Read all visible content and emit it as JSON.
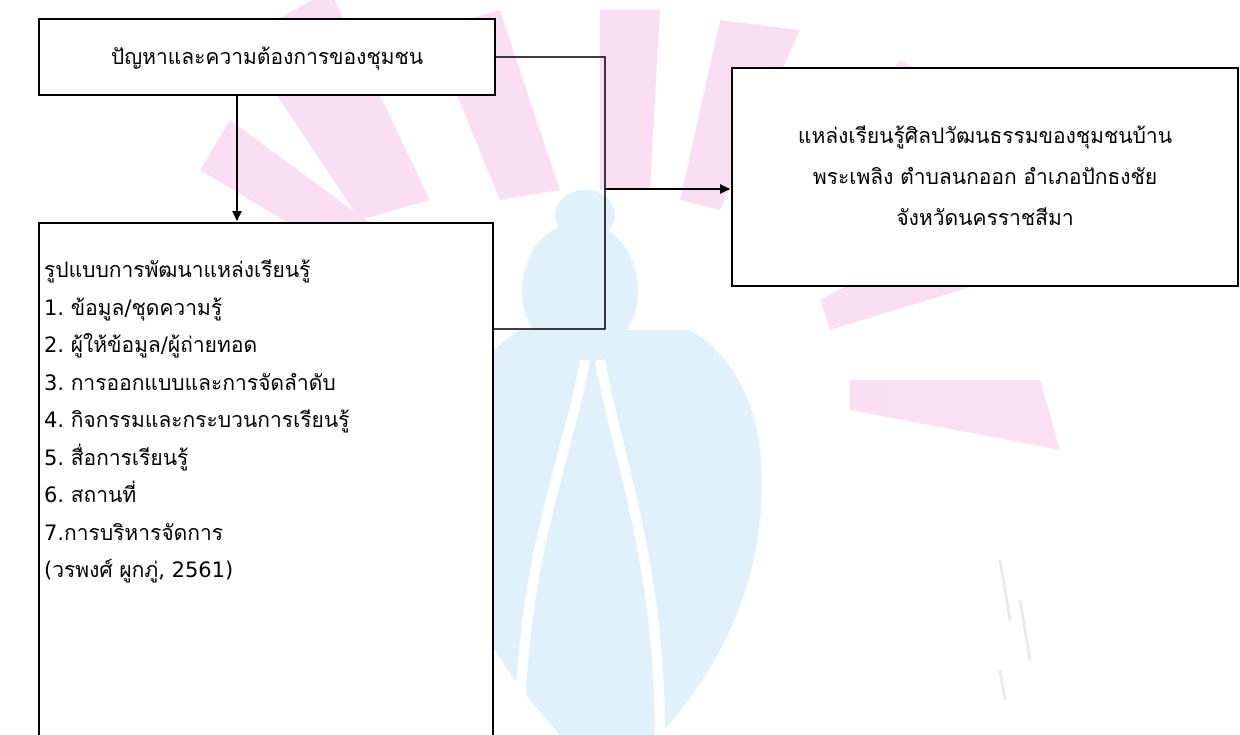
{
  "problem_box": {
    "text": "ปัญหาและความต้องการของชุมชน"
  },
  "source_box": {
    "lines": [
      "แหล่งเรียนรู้ศิลปวัฒนธรรมของชุมชนบ้าน",
      "พระเพลิง ตำบลนกออก อำเภอปักธงชัย",
      "จังหวัดนครราชสีมา"
    ]
  },
  "model_box": {
    "title": "รูปแบบการพัฒนาแหล่งเรียนรู้",
    "items": [
      "1. ข้อมูล/ชุดความรู้",
      "2. ผู้ให้ข้อมูล/ผู้ถ่ายทอด",
      "3. การออกแบบและการจัดลำดับ",
      "4. กิจกรรมและกระบวนการเรียนรู้",
      "5. สื่อการเรียนรู้",
      "6. สถานที่",
      "7.การบริหารจัดการ"
    ],
    "citation": "(วรพงศ์ ผูกภู่, 2561)"
  },
  "colors": {
    "watermark_pink": "#f7c6ec",
    "watermark_blue": "#c8e6f9",
    "line": "#000000"
  }
}
